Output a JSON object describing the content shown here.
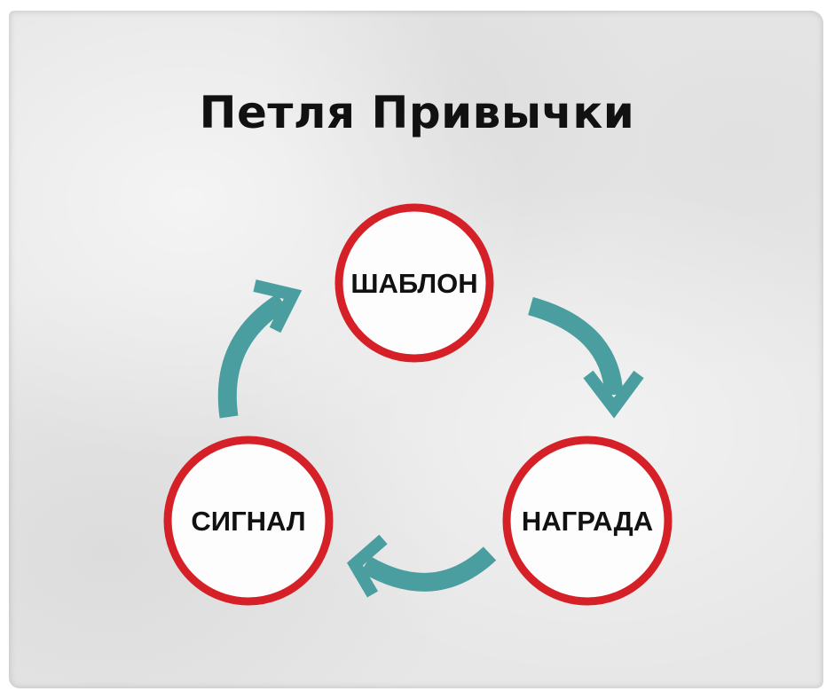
{
  "title": "Петля Привычки",
  "nodes": {
    "top": {
      "label": "ШАБЛОН"
    },
    "left": {
      "label": "СИГНАЛ"
    },
    "right": {
      "label": "НАГРАДА"
    }
  },
  "colors": {
    "ring": "#d52027",
    "arrow": "#4a9ea0",
    "background": "#e7e7e7",
    "text": "#111111"
  }
}
